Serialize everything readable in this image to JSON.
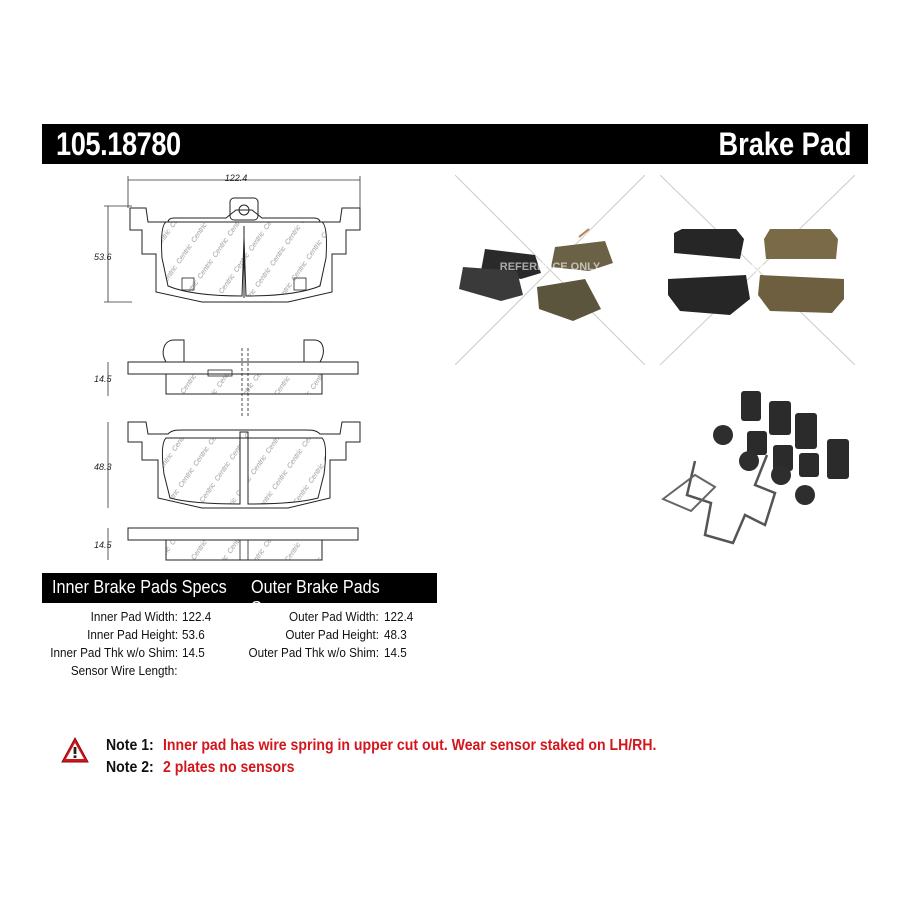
{
  "header": {
    "part_number": "105.18780",
    "product_type": "Brake Pad"
  },
  "drawing": {
    "dims": {
      "width": "122.4",
      "inner_height": "53.6",
      "inner_thk": "14.5",
      "outer_height": "48.3",
      "outer_thk": "14.5"
    },
    "watermark": "Centric"
  },
  "photos": {
    "watermark": "REFERENCE ONLY"
  },
  "specs": {
    "inner_title": "Inner Brake Pads Specs",
    "outer_title": "Outer Brake Pads Specs",
    "inner": [
      {
        "label": "Inner Pad Width:",
        "value": "122.4"
      },
      {
        "label": "Inner Pad Height:",
        "value": "53.6"
      },
      {
        "label": "Inner Pad Thk w/o Shim:",
        "value": "14.5"
      },
      {
        "label": "Sensor Wire Length:",
        "value": ""
      }
    ],
    "outer": [
      {
        "label": "Outer Pad Width:",
        "value": "122.4"
      },
      {
        "label": "Outer Pad Height:",
        "value": "48.3"
      },
      {
        "label": "Outer Pad Thk w/o Shim:",
        "value": "14.5"
      }
    ]
  },
  "notes": [
    {
      "label": "Note 1:",
      "text": "Inner pad has wire spring in upper cut out. Wear sensor staked on LH/RH."
    },
    {
      "label": "Note 2:",
      "text": "2 plates no sensors"
    }
  ],
  "colors": {
    "note_text": "#d4161c",
    "header_bg": "#000000",
    "warning_icon": "#d4161c"
  }
}
